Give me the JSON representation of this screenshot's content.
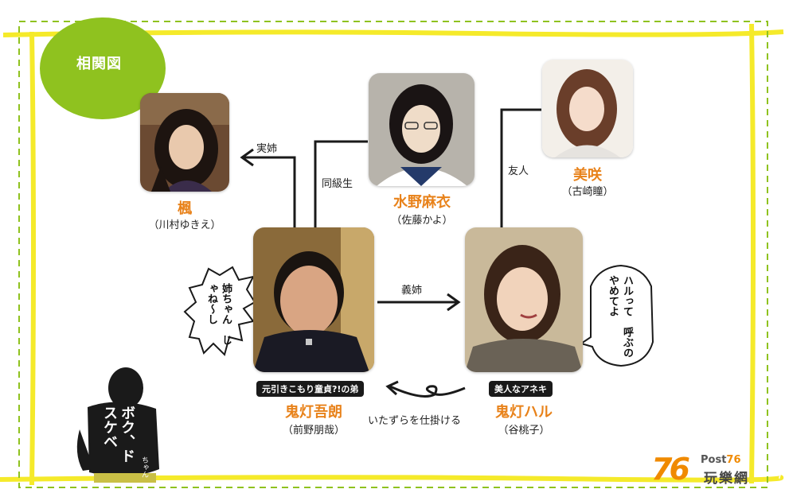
{
  "title": "相関図",
  "colors": {
    "frame_yellow": "#f5ea2a",
    "badge_green": "#8fc21f",
    "name_orange": "#e8821a",
    "line_black": "#1a1a1a"
  },
  "characters": {
    "kaede": {
      "name": "楓",
      "actor": "（川村ゆきえ）"
    },
    "mai": {
      "name": "水野麻衣",
      "actor": "（佐藤かよ）"
    },
    "misaki": {
      "name": "美咲",
      "actor": "（古崎瞳）"
    },
    "goro": {
      "tag": "元引きこもり童貞?!の弟",
      "name": "鬼灯吾朗",
      "actor": "（前野朋哉）"
    },
    "haru": {
      "tag": "美人なアネキ",
      "name": "鬼灯ハル",
      "actor": "（谷桃子）"
    }
  },
  "relations": {
    "jitsushi": "実姉",
    "doukyuusei": "同級生",
    "yuujin": "友人",
    "gishi": "義姉",
    "itazura": "いたずらを仕掛ける"
  },
  "speech": {
    "goro": "姉ちゃん　じゃね〜し",
    "haru": "ハルって　呼ぶのやめてよ"
  },
  "mascot": {
    "text": "ボク、ドスケベ",
    "small": "ちゃん"
  },
  "logo": {
    "number": "76",
    "post": "Post",
    "post_num": "76",
    "cn": "玩樂網"
  }
}
